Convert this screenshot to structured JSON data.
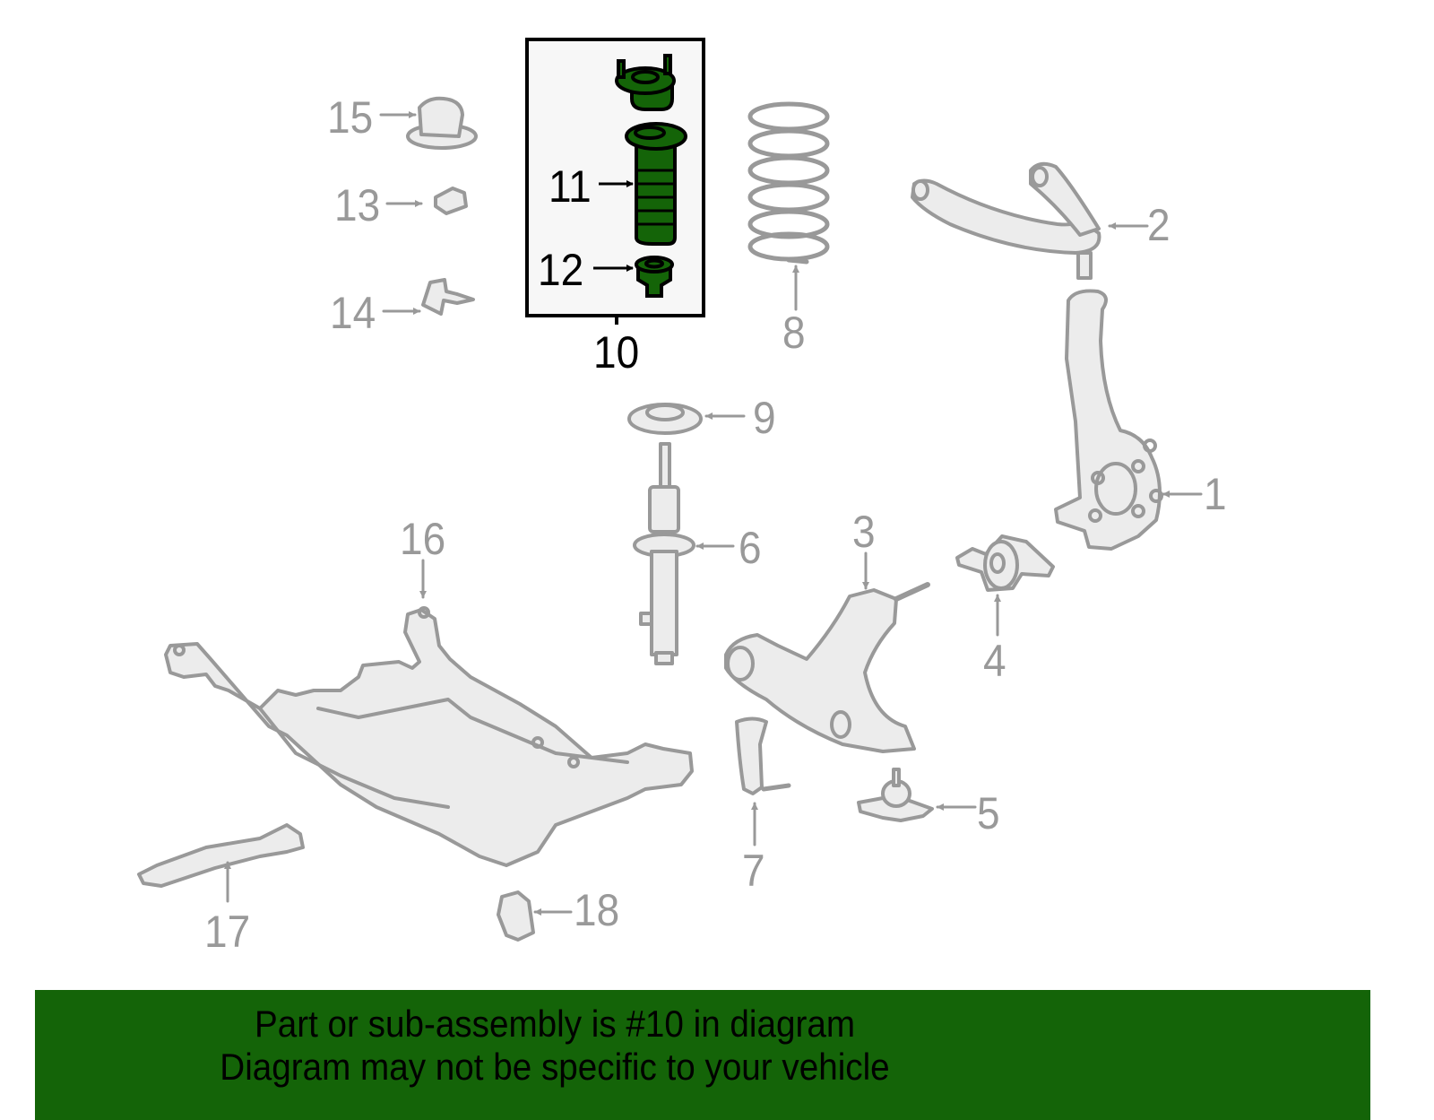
{
  "diagram": {
    "title": "Front suspension exploded parts diagram",
    "colors": {
      "part_outline": "#999999",
      "part_fill": "#ececec",
      "highlight_fill": "#146408",
      "highlight_outline": "#000000",
      "subassembly_box_fill": "#f7f7f7",
      "subassembly_box_border": "#000000",
      "label_color": "#999999",
      "highlight_label_color": "#000000"
    },
    "callouts": [
      {
        "number": "1",
        "part": "steering-knuckle"
      },
      {
        "number": "2",
        "part": "upper-control-arm"
      },
      {
        "number": "3",
        "part": "lower-control-arm"
      },
      {
        "number": "4",
        "part": "control-arm-bushing"
      },
      {
        "number": "5",
        "part": "lower-ball-joint"
      },
      {
        "number": "6",
        "part": "strut"
      },
      {
        "number": "7",
        "part": "stabilizer-link"
      },
      {
        "number": "8",
        "part": "coil-spring"
      },
      {
        "number": "9",
        "part": "spring-insulator"
      },
      {
        "number": "10",
        "part": "strut-mount-subassembly",
        "highlighted": true
      },
      {
        "number": "11",
        "part": "dust-boot",
        "highlighted": true
      },
      {
        "number": "12",
        "part": "bump-stop",
        "highlighted": true
      },
      {
        "number": "13",
        "part": "clip"
      },
      {
        "number": "14",
        "part": "bracket"
      },
      {
        "number": "15",
        "part": "nut-cap"
      },
      {
        "number": "16",
        "part": "crossmember"
      },
      {
        "number": "17",
        "part": "brace"
      },
      {
        "number": "18",
        "part": "insulator-pad"
      }
    ]
  },
  "banner": {
    "line1": "Part or sub-assembly is #10 in diagram",
    "line2": "Diagram may not be specific to your vehicle"
  }
}
